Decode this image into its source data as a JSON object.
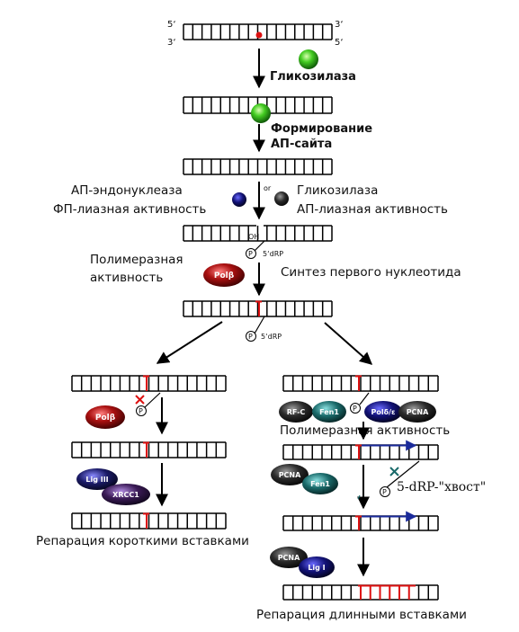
{
  "strand_ends": {
    "five_prime": "5‘",
    "three_prime": "3‘"
  },
  "labels": {
    "glycosylase": "Гликозилаза",
    "formation_1": "Формирование",
    "formation_2": "АП-сайта",
    "ap_endo_1": "АП-эндонуклеаза",
    "ap_endo_2": "ФП-лиазная активность",
    "or": "or",
    "glyc2_1": "Гликозилаза",
    "glyc2_2": "АП-лиазная активность",
    "oh": "OH",
    "phosphate": "P",
    "drp": "5‘dRP",
    "polymerase_1": "Полимеразная",
    "polymerase_2": "активность",
    "first_nucleotide": "Синтез первого нуклеотида",
    "polymerase_right": "Полимеразная активность",
    "tail": "5-dRP-\"хвост\"",
    "short_patch": "Репарация короткими вставками",
    "long_patch": "Репарация длинными вставками"
  },
  "proteins": {
    "pol_beta": "Polβ",
    "lig3": "Lig III",
    "xrcc1": "XRCC1",
    "rfc": "RF-C",
    "fen1": "Fen1",
    "pol_de": "Polδ/ε",
    "pcna": "PCNA",
    "lig1": "Lig I"
  },
  "colors": {
    "dna": "#000000",
    "damage": "#dd1111",
    "new_strand": "#1a2a9a",
    "glycosylase": "#44cc22",
    "pol_beta": "#aa1111",
    "lig": "#1a1a55",
    "xrcc1": "#3a1a55",
    "rfc": "#2a2a2a",
    "fen1": "#1a6a6a",
    "pol_de": "#1a1a66",
    "pcna": "#222222"
  }
}
